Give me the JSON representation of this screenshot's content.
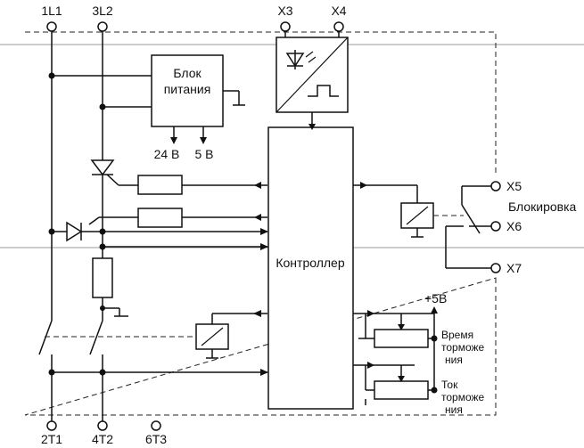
{
  "terminals": {
    "l1": "1L1",
    "l2": "3L2",
    "x3": "X3",
    "x4": "X4",
    "x5": "X5",
    "x6": "X6",
    "x7": "X7",
    "t1": "2T1",
    "t2": "4T2",
    "t3": "6T3"
  },
  "power_supply": {
    "line1": "Блок",
    "line2": "питания",
    "out1": "24 В",
    "out2": "5 В"
  },
  "controller": {
    "label": "Контроллер"
  },
  "interlock": {
    "label": "Блокировка"
  },
  "reference": {
    "label": "+5В"
  },
  "brake_time": {
    "line1": "Время",
    "line2": "торможе",
    "line3": "ния"
  },
  "brake_current": {
    "line1": "Ток",
    "line2": "торможе",
    "line3": "ния"
  }
}
